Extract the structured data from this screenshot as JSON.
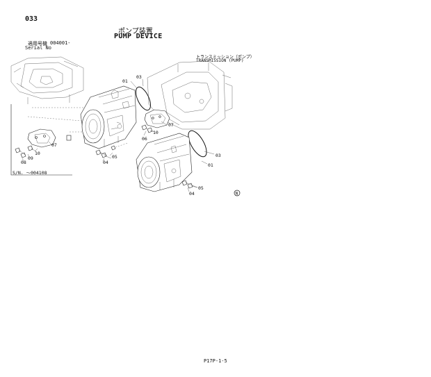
{
  "header": {
    "page_number": "033",
    "title_jp": "ポンプ装置",
    "title_en": "PUMP DEVICE",
    "serial_label_jp": "適用号機",
    "serial_from": "004001-",
    "serial_label_en": "Serial No"
  },
  "transmission_label": {
    "jp": "トランスミッション（ポンプ）",
    "en": "TRANSMISSION (PUMP)"
  },
  "sn_note": "S/N. ～004108",
  "callouts": {
    "c01_upper": "01",
    "c03_upper": "03",
    "c07_mid": "07",
    "c10_mid": "10",
    "c06_mid": "06",
    "c07_left": "07",
    "c10_left": "10",
    "c09_left": "09",
    "c08_left": "08",
    "c04_left": "04",
    "c05_left": "05",
    "c03_lower": "03",
    "c01_lower": "01",
    "c05_lower": "05",
    "c04_lower": "04",
    "mark": "N"
  },
  "footer": {
    "page_code": "P17P-1-5"
  }
}
